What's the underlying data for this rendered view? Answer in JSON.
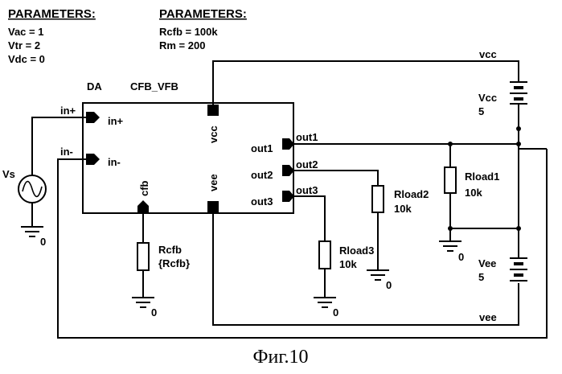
{
  "params1": {
    "title": "PARAMETERS:",
    "lines": [
      "Vac = 1",
      "Vtr = 2",
      "Vdc = 0"
    ]
  },
  "params2": {
    "title": "PARAMETERS:",
    "lines": [
      "Rcfb = 100k",
      "Rm = 200"
    ]
  },
  "block": {
    "ref": "DA",
    "part": "CFB_VFB",
    "pins": {
      "in_plus": "in+",
      "in_minus": "in-",
      "vcc": "vcc",
      "vee": "vee",
      "cfb": "cfb",
      "out1": "out1",
      "out2": "out2",
      "out3": "out3"
    }
  },
  "nets": {
    "in_plus": "in+",
    "in_minus": "in-",
    "vcc": "vcc",
    "vee": "vee",
    "out1": "out1",
    "out2": "out2",
    "out3": "out3"
  },
  "components": {
    "vs": {
      "name": "Vs"
    },
    "vcc_src": {
      "name": "Vcc",
      "value": "5"
    },
    "vee_src": {
      "name": "Vee",
      "value": "5"
    },
    "rcfb": {
      "name": "Rcfb",
      "value": "{Rcfb}"
    },
    "rload1": {
      "name": "Rload1",
      "value": "10k"
    },
    "rload2": {
      "name": "Rload2",
      "value": "10k"
    },
    "rload3": {
      "name": "Rload3",
      "value": "10k"
    }
  },
  "ground_label": "0",
  "caption": "Фиг.10"
}
